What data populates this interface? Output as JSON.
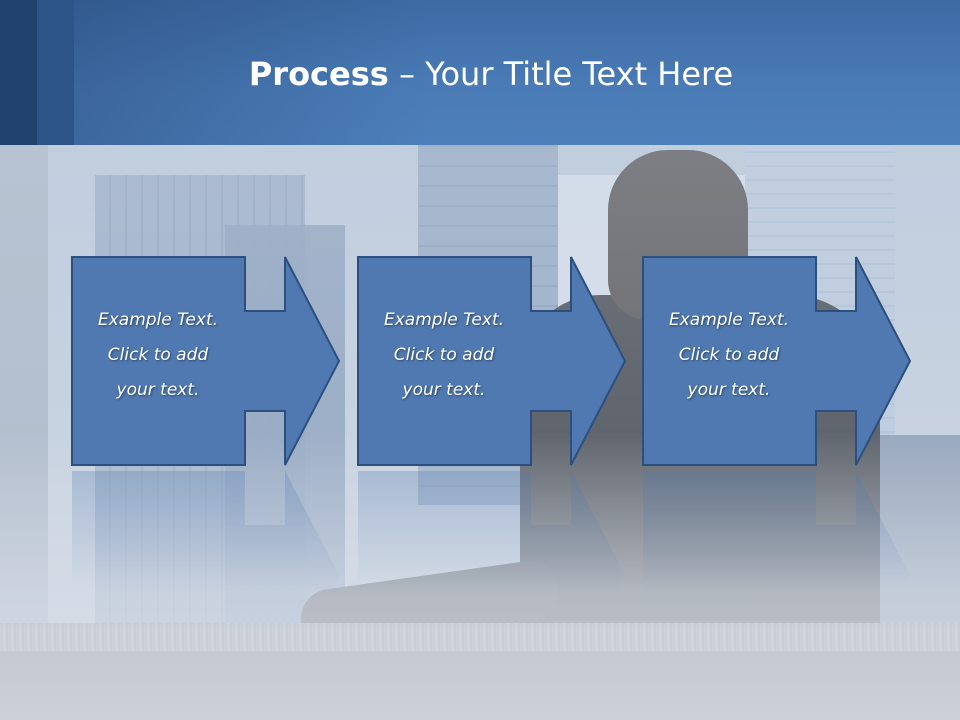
{
  "slide": {
    "title_bold": "Process",
    "title_rest": " – Your Title Text Here"
  },
  "steps": [
    {
      "line1": "Example Text.",
      "line2": "Click  to add",
      "line3": "your text."
    },
    {
      "line1": "Example Text.",
      "line2": "Click  to add",
      "line3": "your text."
    },
    {
      "line1": "Example Text.",
      "line2": "Click  to add",
      "line3": "your text."
    }
  ],
  "colors": {
    "header": "#4a7bb6",
    "box_fill": "#4f79b0",
    "box_stroke": "#2d4f7d",
    "text": "#ffffff"
  }
}
